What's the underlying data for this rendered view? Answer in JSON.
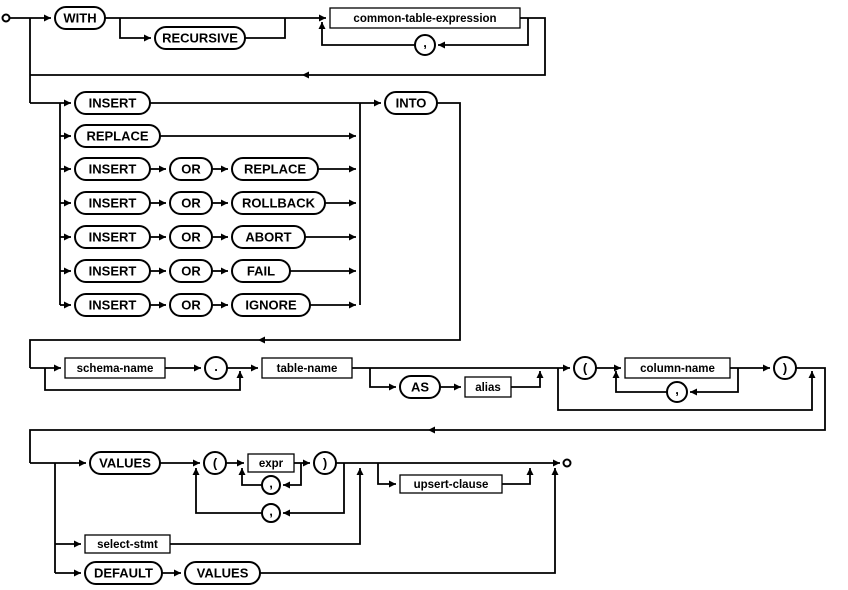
{
  "colors": {
    "line": "#000000",
    "background": "#ffffff",
    "box_fill": "#ffffff"
  },
  "diagram_name": "insert-stmt syntax railroad diagram",
  "labels": {
    "with": "WITH",
    "recursive": "RECURSIVE",
    "cte": "common-table-expression",
    "cte_comma": ",",
    "insert_row1": "INSERT",
    "replace_row2": "REPLACE",
    "insert_row3": "INSERT",
    "or_row3": "OR",
    "replace_row3": "REPLACE",
    "insert_row4": "INSERT",
    "or_row4": "OR",
    "rollback_row4": "ROLLBACK",
    "insert_row5": "INSERT",
    "or_row5": "OR",
    "abort_row5": "ABORT",
    "insert_row6": "INSERT",
    "or_row6": "OR",
    "fail_row6": "FAIL",
    "insert_row7": "INSERT",
    "or_row7": "OR",
    "ignore_row7": "IGNORE",
    "into": "INTO",
    "schema_name": "schema-name",
    "dot": ".",
    "table_name": "table-name",
    "as_kw": "AS",
    "alias": "alias",
    "lparen_cols": "(",
    "column_name": "column-name",
    "rparen_cols": ")",
    "cols_comma": ",",
    "values_kw": "VALUES",
    "lparen_vals": "(",
    "expr": "expr",
    "rparen_vals": ")",
    "expr_comma": ",",
    "tuple_comma": ",",
    "upsert_clause": "upsert-clause",
    "select_stmt": "select-stmt",
    "default_kw": "DEFAULT",
    "values_kw2": "VALUES"
  }
}
